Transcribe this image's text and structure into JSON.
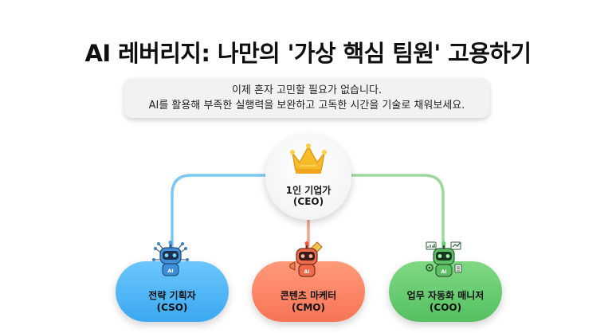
{
  "title": "AI 레버리지: 나만의 '가상 핵심 팀원' 고용하기",
  "subtitle": {
    "line1": "이제 혼자 고민할 필요가 없습니다.",
    "line2": "AI를 활용해 부족한 실행력을 보완하고 고독한 시간을 기술로 채워보세요."
  },
  "ceo": {
    "line1": "1인 기업가",
    "line2": "(CEO)",
    "icon": "crown-icon"
  },
  "members": [
    {
      "line1": "전략 기획자",
      "line2": "(CSO)",
      "badge": "AI",
      "icon": "strategy-robot-icon",
      "color": "#3aa8f2",
      "connector_color": "#58b8f0"
    },
    {
      "line1": "콘텐츠 마케터",
      "line2": "(CMO)",
      "badge": "AI",
      "icon": "marketing-robot-icon",
      "color": "#f77455",
      "connector_color": "#f2a58c"
    },
    {
      "line1": "업무 자동화 매니저",
      "line2": "(COO)",
      "badge": "AI",
      "icon": "automation-robot-icon",
      "color": "#55c062",
      "connector_color": "#8fd493"
    }
  ]
}
